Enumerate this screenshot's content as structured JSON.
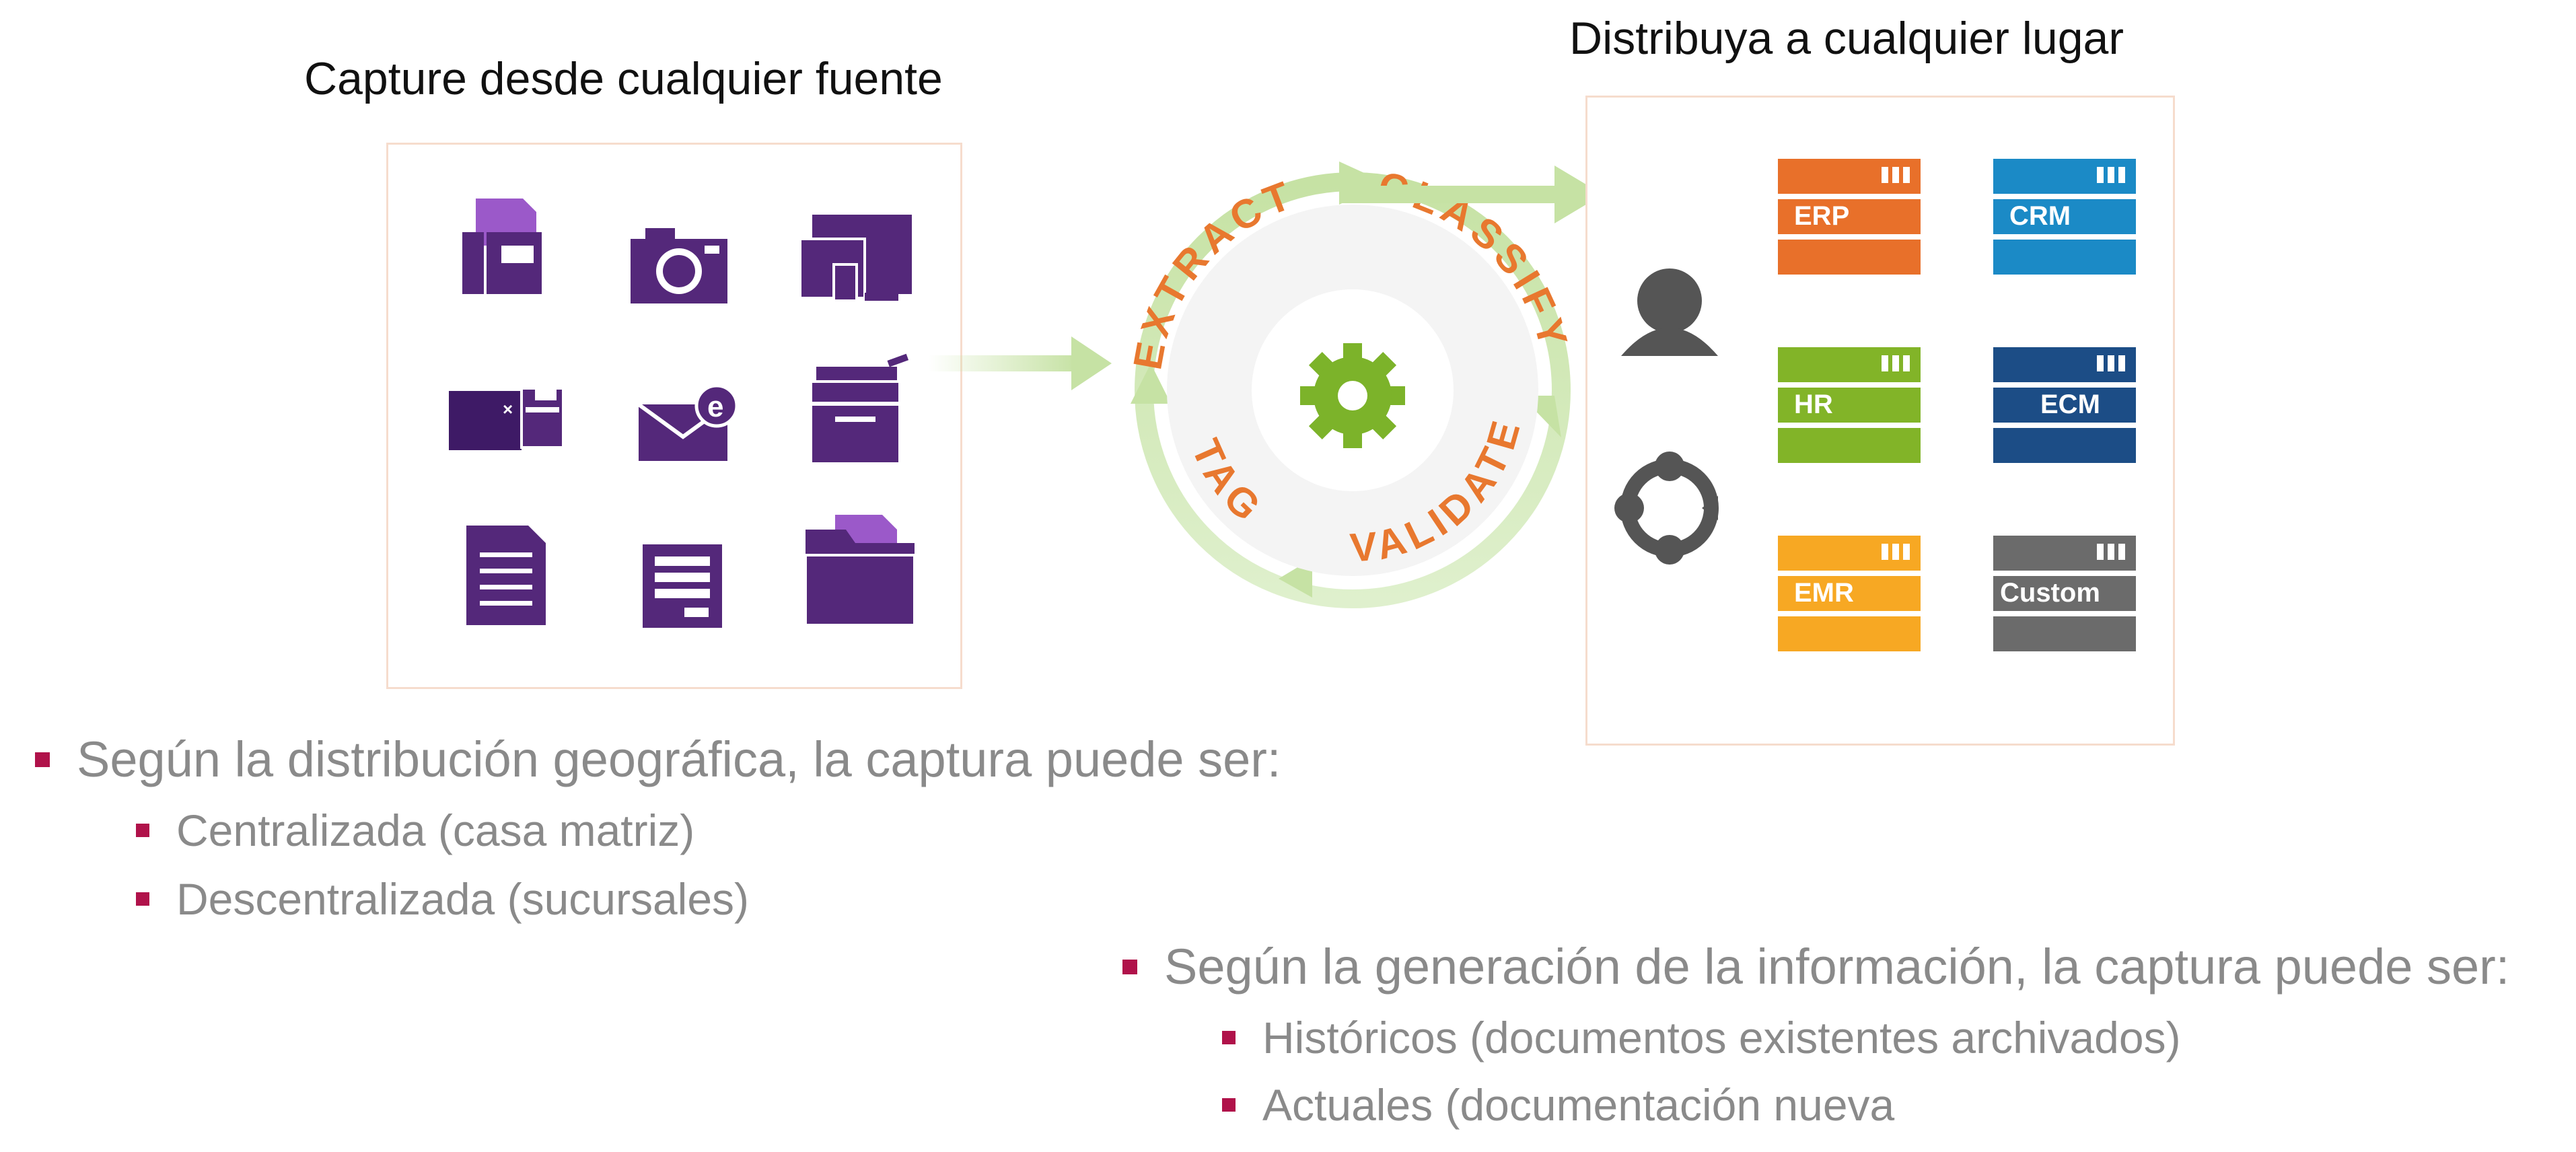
{
  "capture_title": "Capture desde cualquier fuente",
  "distribute_title": "Distribuya a cualquier lugar",
  "cycle": {
    "extract": "EXTRACT",
    "classify": "CLASSIFY",
    "validate": "VALIDATE",
    "tag": "TAG"
  },
  "targets": [
    "ERP",
    "CRM",
    "HR",
    "ECM",
    "EMR",
    "Custom"
  ],
  "colors": {
    "purple": "#54287a",
    "purple_light": "#9b59c9",
    "orange": "#e8782f",
    "green_gear": "#7cb32a",
    "arrow_green": "#c6e2a4",
    "erp": "#e8702a",
    "crm": "#1b8ac6",
    "hr": "#82b428",
    "ecm": "#1c4d86",
    "emr": "#f7a823",
    "custom": "#6b6b6b",
    "bullet": "#b0124a"
  },
  "bullets": {
    "geo": {
      "text": "Según la distribución geográfica, la captura puede ser:",
      "items": [
        "Centralizada (casa matriz)",
        "Descentralizada (sucursales)"
      ]
    },
    "gen": {
      "text": "Según la generación de la información, la captura puede ser:",
      "items": [
        "Históricos (documentos existentes archivados)",
        "Actuales (documentación nueva"
      ]
    }
  }
}
